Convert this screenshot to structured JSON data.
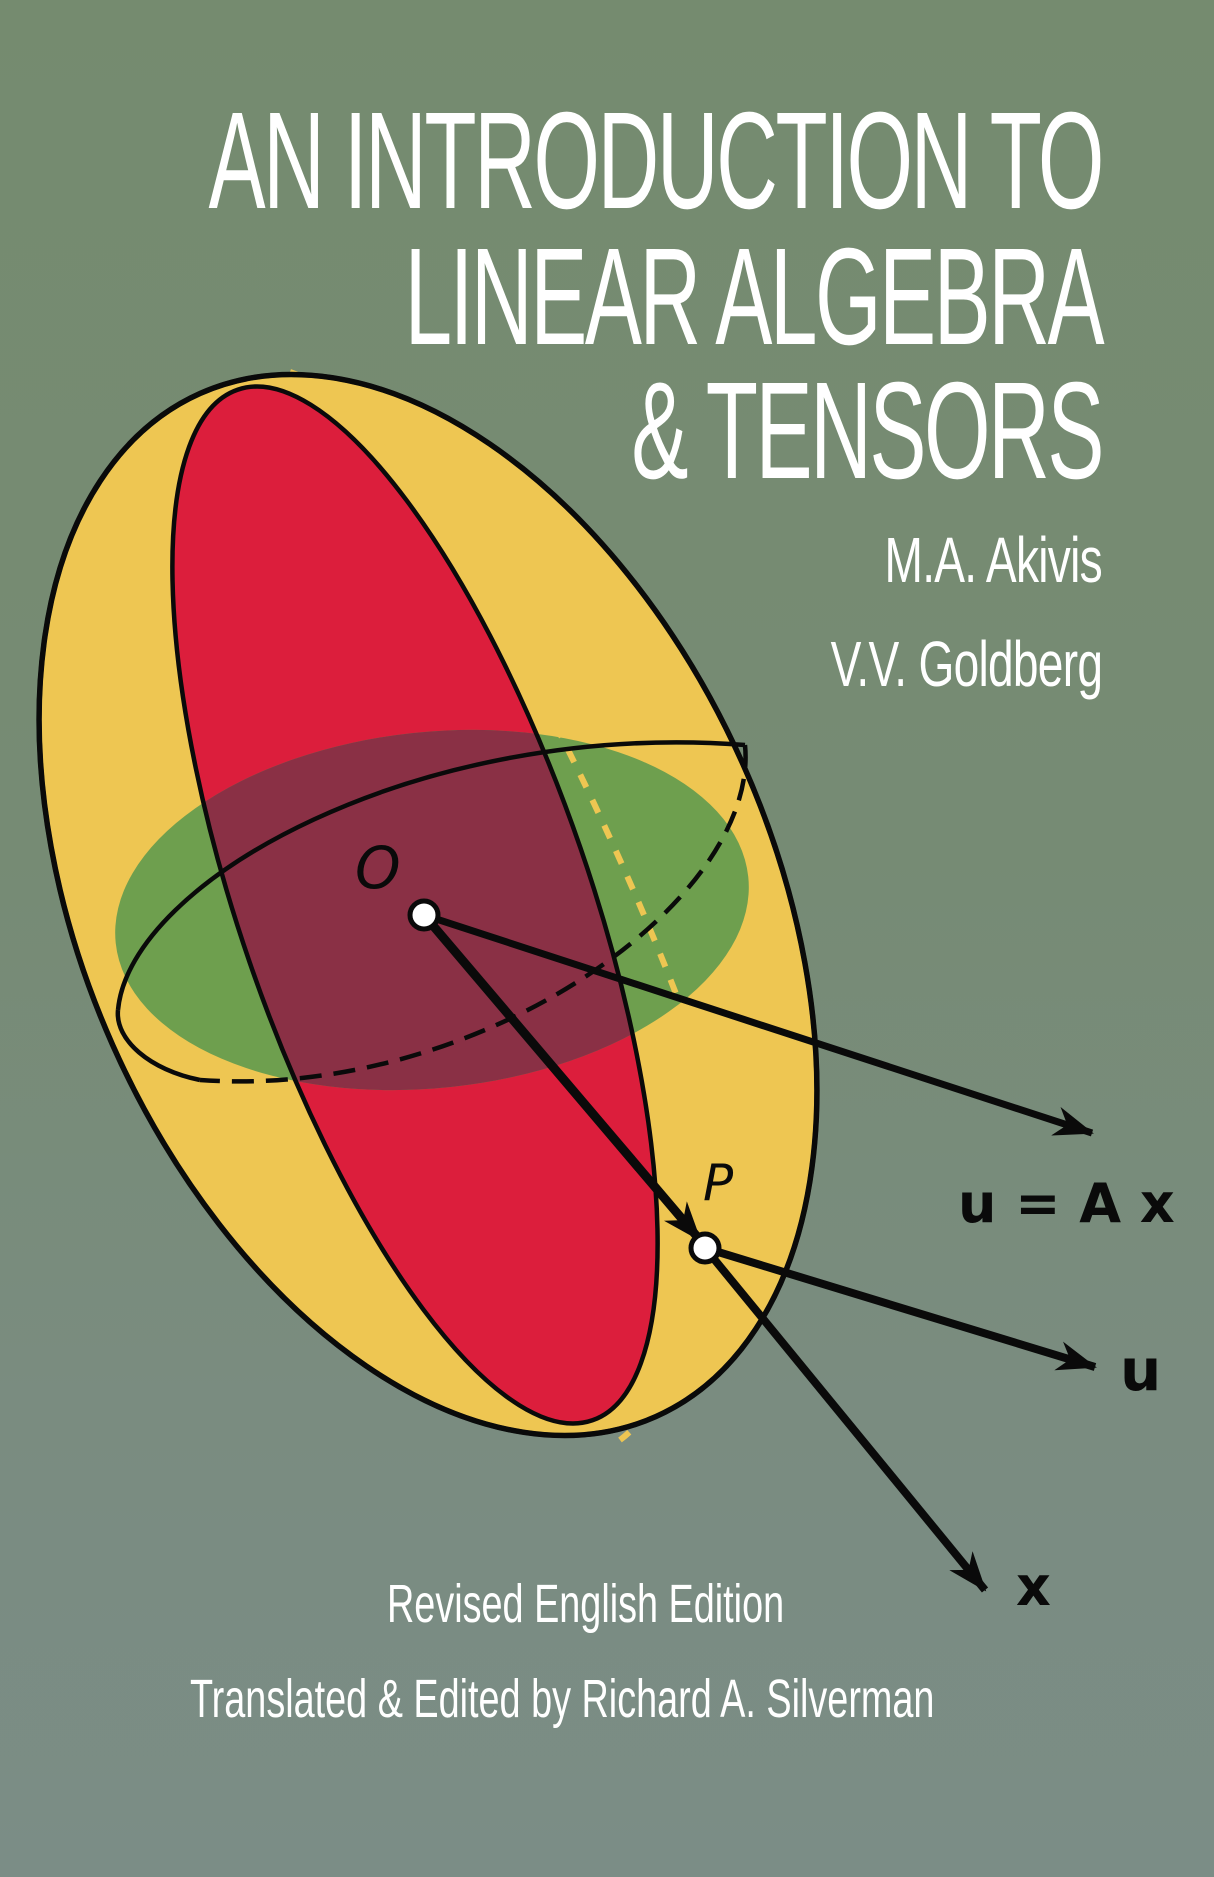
{
  "cover": {
    "title_lines": [
      "AN INTRODUCTION TO",
      "LINEAR ALGEBRA",
      "& TENSORS"
    ],
    "authors": [
      "M.A. Akivis",
      "V.V. Goldberg"
    ],
    "edition": "Revised English Edition",
    "translator_line": "Translated & Edited by Richard A. Silverman"
  },
  "figure": {
    "point_labels": {
      "origin": "O",
      "point": "P"
    },
    "vector_labels": {
      "image": "u = A x",
      "u": "u",
      "x": "x"
    }
  },
  "colors": {
    "background": "#768b74",
    "title_text": "#ffffff",
    "ellipsoid_yellow": "#eec652",
    "section_red": "#dc1e3c",
    "section_green": "#6e9f4e",
    "overlap_maroon": "#8a3045",
    "ink": "#0a0a0a"
  }
}
